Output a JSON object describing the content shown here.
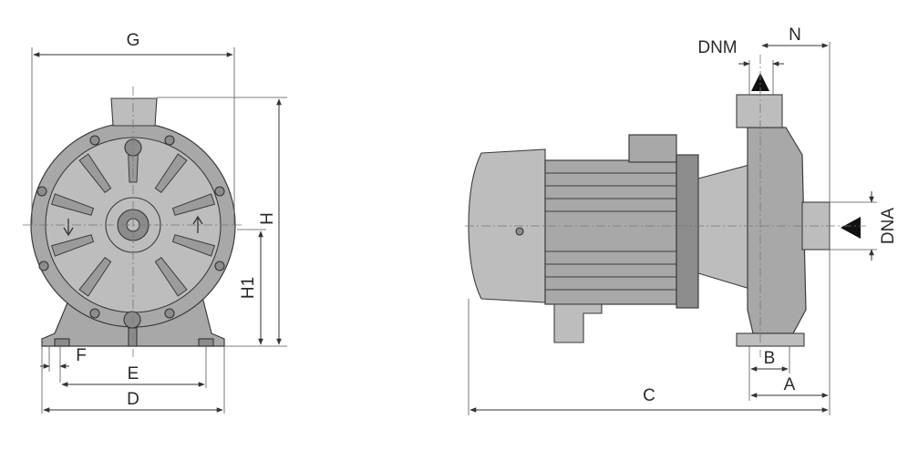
{
  "labels": {
    "G": "G",
    "H": "H",
    "H1": "H1",
    "F": "F",
    "E": "E",
    "D": "D",
    "DNM": "DNM",
    "N": "N",
    "DNA": "DNA",
    "B": "B",
    "A": "A",
    "C": "C"
  },
  "colors": {
    "body": "#a8a8a8",
    "outline": "#3c3c3c",
    "dimension_line": "#333333"
  },
  "icons": [
    "arrow-up-icon",
    "arrow-down-icon",
    "flow-inlet-arrow-icon",
    "flow-outlet-arrow-icon"
  ]
}
